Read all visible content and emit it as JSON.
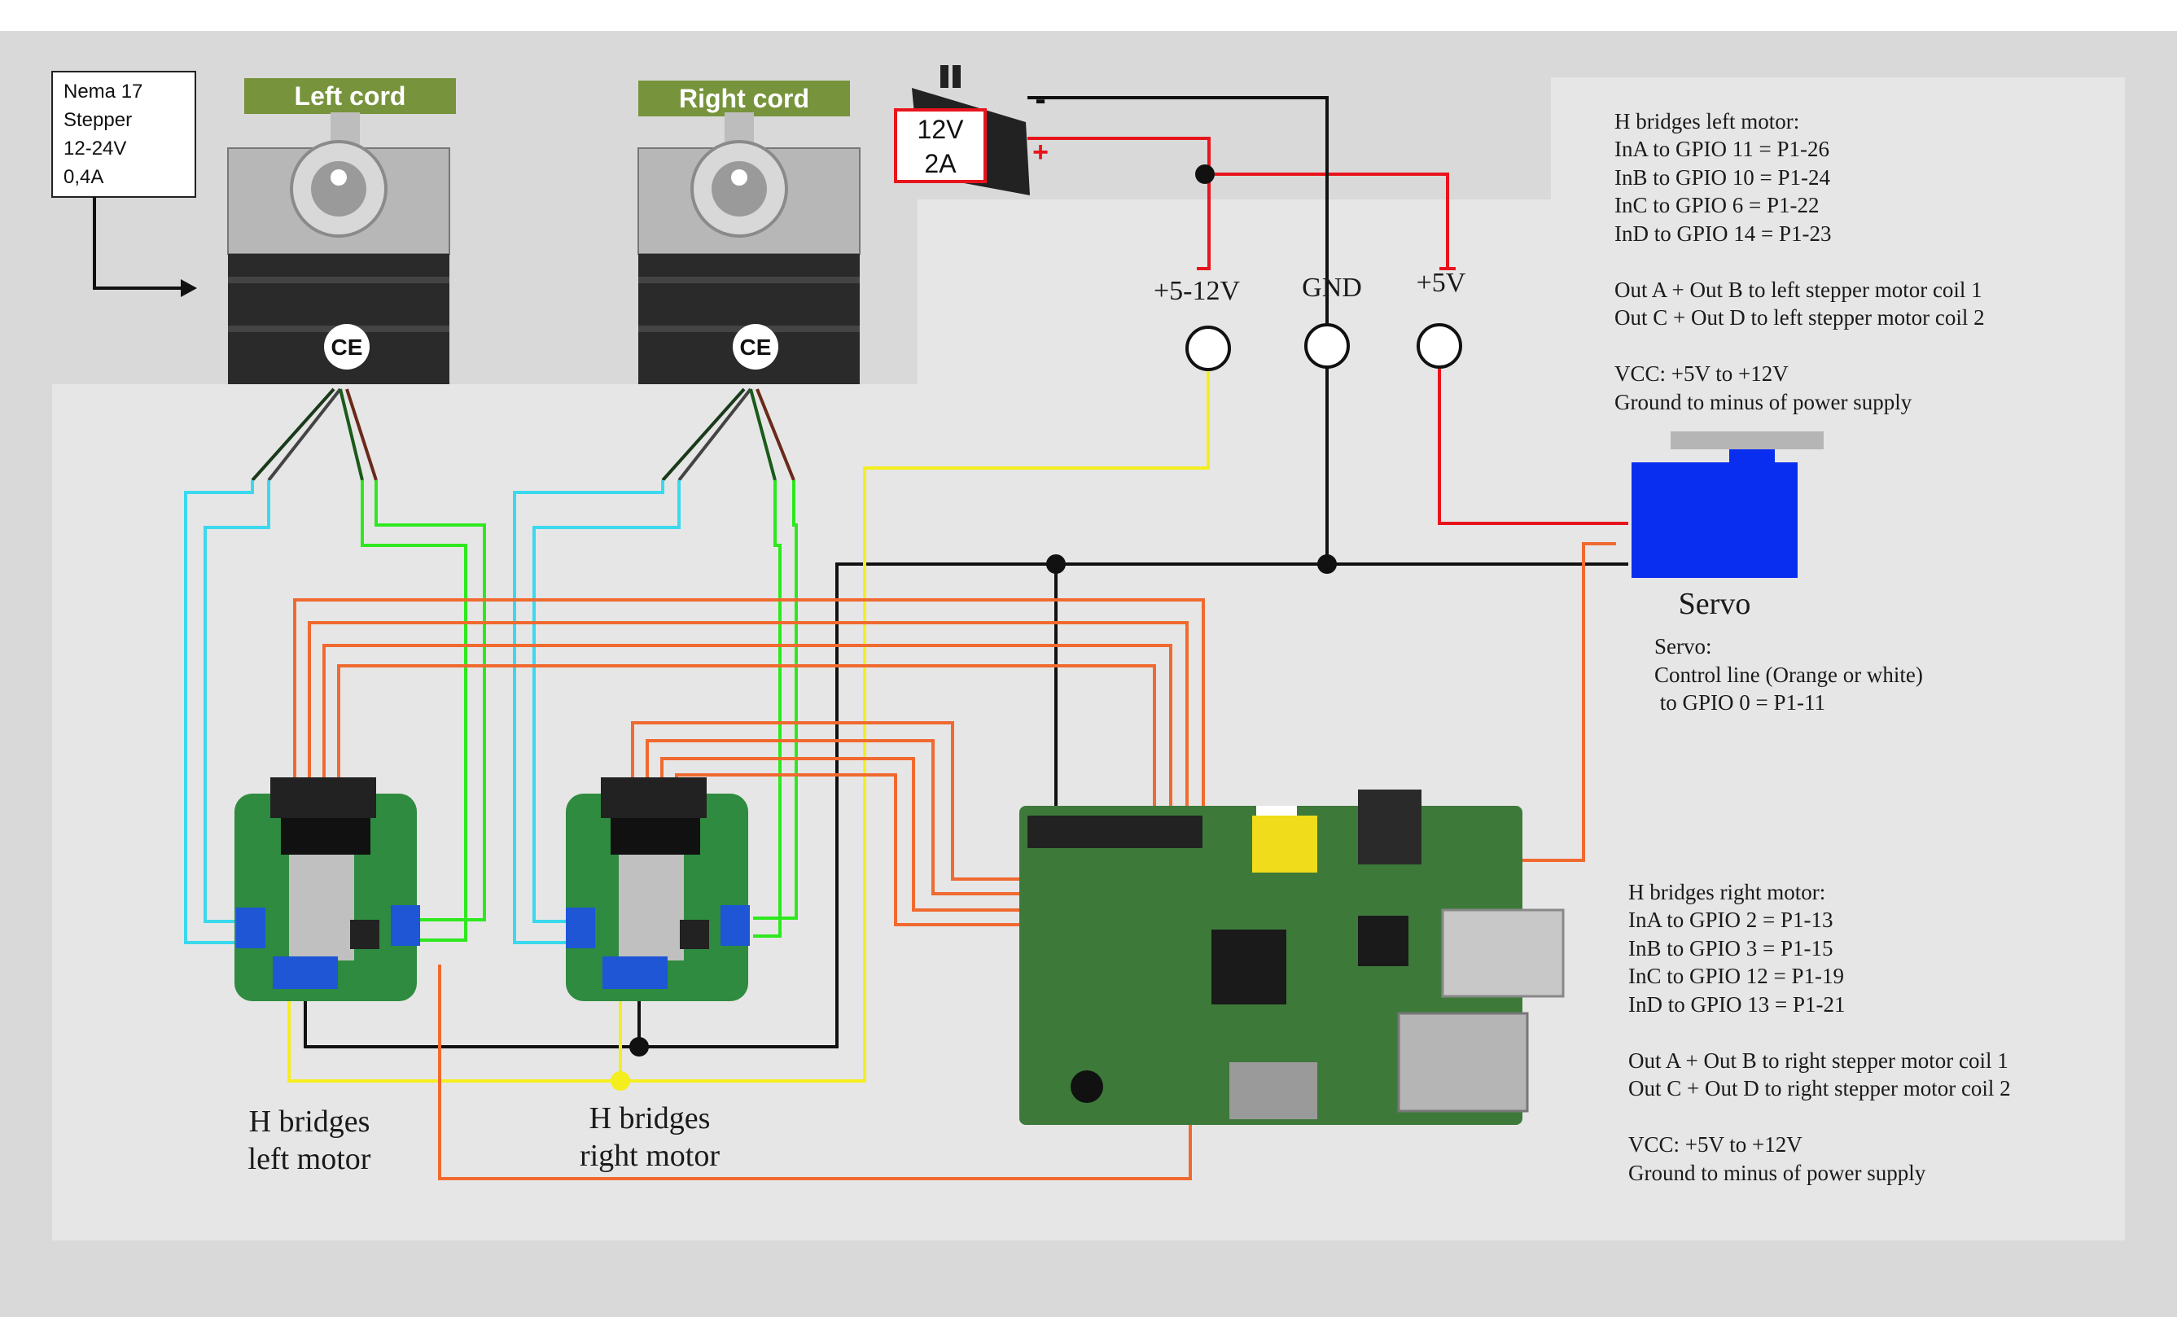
{
  "labels": {
    "stepper_spec": [
      "Nema 17",
      "Stepper",
      "12-24V",
      "0,4A"
    ],
    "left_cord": "Left cord",
    "right_cord": "Right cord",
    "psu_voltage": "12V",
    "psu_current": "2A",
    "psu_minus": "-",
    "psu_plus": "+",
    "terminal_power": "+5-12V",
    "terminal_gnd": "GND",
    "terminal_5v": "+5V",
    "servo": "Servo",
    "ce_mark": "CE",
    "hbridge_left": [
      "H bridges",
      "left motor"
    ],
    "hbridge_right": [
      "H bridges",
      "right motor"
    ]
  },
  "notes": {
    "left_motor": [
      "H bridges left motor:",
      "InA to GPIO 11 = P1-26",
      "InB to GPIO 10 = P1-24",
      "InC to GPIO 6 = P1-22",
      "InD to GPIO 14 = P1-23",
      "",
      "Out A + Out B to left stepper motor coil 1",
      "Out C + Out D to left stepper motor coil 2",
      "",
      "VCC: +5V to +12V",
      "Ground to minus of power supply"
    ],
    "servo": [
      "Servo:",
      "Control line (Orange or white)",
      " to GPIO 0 = P1-11"
    ],
    "right_motor": [
      "H bridges right motor:",
      "InA to GPIO 2 = P1-13",
      "InB to GPIO 3 = P1-15",
      "InC to GPIO 12 = P1-19",
      "InD to GPIO 13 = P1-21",
      "",
      "Out A + Out B to right stepper motor coil 1",
      "Out C + Out D to right stepper motor coil 2",
      "",
      "VCC: +5V to +12V",
      "Ground to minus of power supply"
    ]
  },
  "colors": {
    "background": "#d9d9d9",
    "panel": "#e6e6e6",
    "cord_badge": "#77933c",
    "wire_red": "#e8141c",
    "wire_black": "#111111",
    "wire_yellow": "#f5ee1e",
    "wire_orange": "#f06a30",
    "wire_cyan": "#3ad9ee",
    "wire_green": "#2ee81e",
    "servo_blue": "#0a2ef0",
    "pcb_green": "#2e8b3f",
    "pi_green": "#3d7a3a"
  }
}
